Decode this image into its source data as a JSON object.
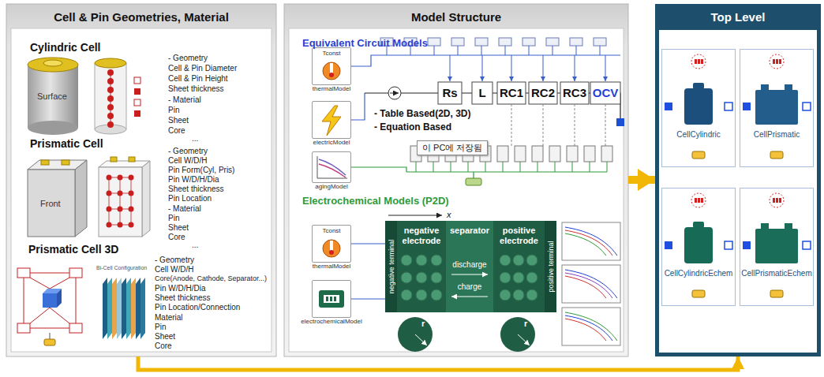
{
  "diagram": {
    "nodes": [
      {
        "text": [
          "Cell & Pin Geometries, Material"
        ]
      },
      {
        "text": [
          "Model Structure"
        ]
      },
      {
        "text": [
          "Top Level"
        ]
      },
      {
        "text": [
          "Tconst",
          "thermalModel"
        ],
        "in": 1
      },
      {
        "text": [
          "electricModel"
        ],
        "in": 1
      },
      {
        "text": [
          "agingModel"
        ],
        "in": 1
      },
      {
        "text": [
          "이 PC에 저장됨"
        ],
        "in": 1
      },
      {
        "text": [
          "Tconst",
          "thermalModel"
        ],
        "in": 1
      },
      {
        "text": [
          "electrochemicalModel"
        ],
        "in": 1
      },
      {
        "text": [
          "negative electrode"
        ],
        "in": 1
      },
      {
        "text": [
          "separator"
        ],
        "in": 1
      },
      {
        "text": [
          "positive electrode"
        ],
        "in": 1
      },
      {
        "text": [
          "CellCylindric"
        ],
        "in": 2
      },
      {
        "text": [
          "CellPrismatic"
        ],
        "in": 2
      },
      {
        "text": [
          "CellCylindricEchem"
        ],
        "in": 2
      },
      {
        "text": [
          "CellPrismaticEchem"
        ],
        "in": 2
      }
    ],
    "edges": [
      {
        "from": 0,
        "to": 2,
        "arrow": "to"
      },
      {
        "from": 1,
        "to": 2,
        "arrow": "to"
      }
    ],
    "labels": [
      "Cylindric Cell",
      "- Geometry",
      "Cell & Pin Diameter",
      "Cell & Pin Height",
      "Sheet thickness",
      "- Material",
      "Pin",
      "Sheet",
      "Core",
      "...",
      "Surface",
      "Prismatic Cell",
      "- Geometry",
      "Cell W/D/H",
      "Pin Form(Cyl, Pris)",
      "Pin W/D/H/Dia",
      "Sheet thickness",
      "Pin Location",
      "- Material",
      "Pin",
      "Sheet",
      "Core",
      "...",
      "Front",
      "Prismatic Cell 3D",
      "- Geometry",
      "Cell W/D/H",
      "Core(Anode, Cathode, Separator...)",
      "Pin W/D/H/Dia",
      "Sheet thickness",
      "Pin Location/Connection",
      "Material",
      "Pin",
      "Sheet",
      "Core",
      "Bi-Cell Configuration",
      "Equivalent Circuit Models",
      "- Table Based(2D, 3D)",
      "- Equation Based",
      "Rs",
      "L",
      "RC1",
      "RC2",
      "RC3",
      "OCV",
      "Electrochemical Models (P2D)",
      "x",
      "negative terminal",
      "positive terminal",
      "discharge",
      "charge",
      "r",
      "r"
    ]
  }
}
